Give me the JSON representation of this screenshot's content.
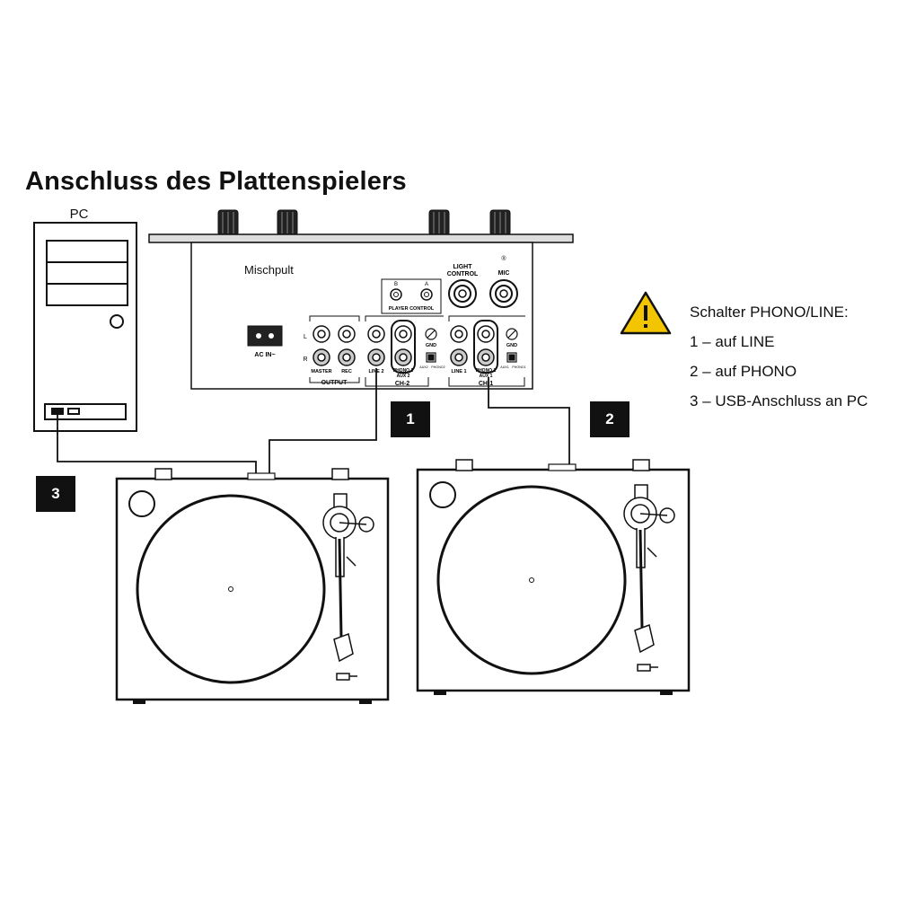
{
  "title": "Anschluss des Plattenspielers",
  "pc_label": "PC",
  "mixer": {
    "name": "Mischpult",
    "light_control_1": "LIGHT",
    "light_control_2": "CONTROL",
    "mic": "MIC",
    "player_control": "PLAYER CONTROL",
    "player_b": "B",
    "player_a": "A",
    "ac_in": "AC IN~",
    "l": "L",
    "r": "R",
    "master": "MASTER",
    "rec": "REC",
    "output": "OUTPUT",
    "line2": "LINE 2",
    "phono2_aux2_1": "PHONO 2",
    "phono2_aux2_2": "AUX 2",
    "ch2": "CH-2",
    "gnd_ch2": "GND",
    "aux2_sw": "AUX2",
    "phono2_sw": "PHONO2",
    "line1": "LINE 1",
    "phono1_aux1_1": "PHONO 1",
    "phono1_aux1_2": "AUX 1",
    "ch1": "CH-1",
    "gnd_ch1": "GND",
    "aux1_sw": "AUX1",
    "phono1_sw": "PHONO1"
  },
  "badges": {
    "b1": "1",
    "b2": "2",
    "b3": "3"
  },
  "legend": {
    "heading": "Schalter PHONO/LINE:",
    "item1": "1 – auf LINE",
    "item2": "2 – auf PHONO",
    "item3": "3 – USB-Anschluss an PC"
  },
  "colors": {
    "warning_yellow": "#f2c500",
    "line": "#111111"
  }
}
